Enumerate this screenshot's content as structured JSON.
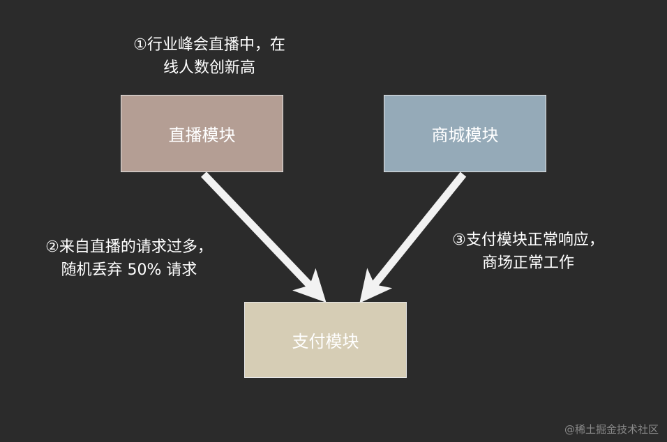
{
  "diagram": {
    "notes": {
      "note1": {
        "line1": "①行业峰会直播中，在",
        "line2": "线人数创新高"
      },
      "note2": {
        "line1": "②来自直播的请求过多，",
        "line2": "随机丢弃 50% 请求"
      },
      "note3": {
        "line1": "③支付模块正常响应，",
        "line2": "商场正常工作"
      }
    },
    "nodes": {
      "live": {
        "label": "直播模块",
        "color": "#b49e94"
      },
      "mall": {
        "label": "商城模块",
        "color": "#95aab8"
      },
      "pay": {
        "label": "支付模块",
        "color": "#d6cdb5"
      }
    },
    "edges": [
      {
        "from": "live",
        "to": "pay"
      },
      {
        "from": "mall",
        "to": "pay"
      }
    ],
    "arrow_color": "#f2f2f2"
  },
  "watermark": "@稀土掘金技术社区"
}
